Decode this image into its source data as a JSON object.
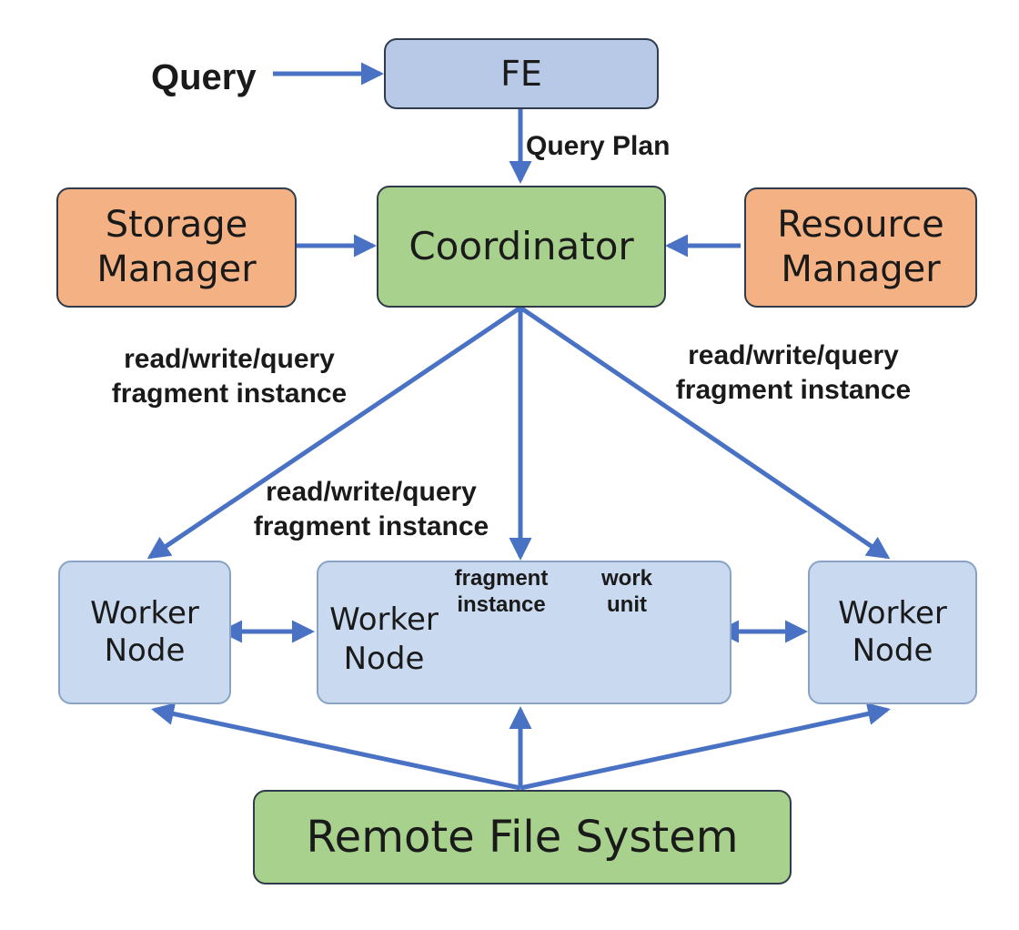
{
  "query_label": "Query",
  "query_plan_label": "Query  Plan",
  "fe": "FE",
  "coordinator": "Coordinator",
  "storage_manager": [
    "Storage",
    "Manager"
  ],
  "resource_manager": [
    "Resource",
    "Manager"
  ],
  "edge_labels": {
    "left": [
      "read/write/query",
      "fragment instance"
    ],
    "center": [
      "read/write/query",
      "fragment instance"
    ],
    "right": [
      "read/write/query",
      "fragment instance"
    ]
  },
  "worker_left": [
    "Worker",
    "Node"
  ],
  "worker_center": [
    "Worker",
    "Node"
  ],
  "worker_right": [
    "Worker",
    "Node"
  ],
  "fragment_instance_label": [
    "fragment",
    "instance"
  ],
  "work_unit_label": [
    "work",
    "unit"
  ],
  "remote_fs": "Remote File System",
  "colors": {
    "arrow": "#4a72c4",
    "fe_fill": "#b7c9e6",
    "worker_fill": "#c9daf0",
    "green_fill": "#a9d18e",
    "orange_fill": "#f4b183",
    "fragment_fill": "#e07a3a",
    "work_unit_fill": "#f6c242"
  }
}
